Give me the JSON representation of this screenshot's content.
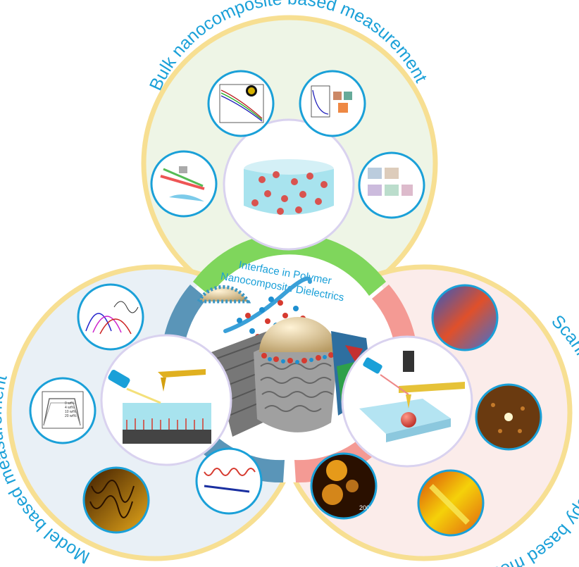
{
  "center": {
    "title_line1": "Interface in Polymer",
    "title_line2": "Nanocomposite Dielectrics"
  },
  "sections": {
    "bulk": {
      "label": "Bulk nanocomposite based measurement",
      "color": "#7fd65c"
    },
    "spm": {
      "label": "Scanning probe microscopy based measurement",
      "color": "#f49a94"
    },
    "model": {
      "label": "Model based measurement",
      "color": "#5a95b8"
    }
  },
  "colors": {
    "ring": "#f7df92",
    "label_text": "#1aa0d8",
    "bulk_fill": "#eef5e6",
    "spm_fill": "#fbecea",
    "model_fill": "#e9f0f6"
  },
  "thumbnails": {
    "model_plot_legend": [
      "0 wt%",
      "4 wt%",
      "10 wt%",
      "20 wt%"
    ],
    "spm_scale": "200"
  }
}
